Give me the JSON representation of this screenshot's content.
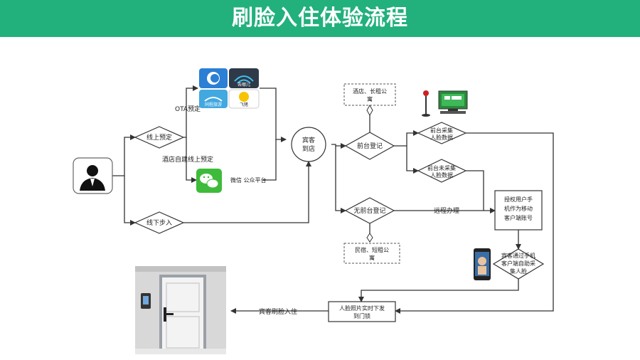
{
  "title": "刷脸入住体验流程",
  "nodes": {
    "online_booking": "线上预定",
    "offline_walkin": "线下步入",
    "guest_arrival": [
      "宾客",
      "到店"
    ],
    "front_desk_reg": "前台登记",
    "no_front_desk_reg": "无前台登记",
    "hotel_apartment": [
      "酒店、长租公",
      "寓"
    ],
    "homestay_apartment": [
      "民宿、短租公",
      "寓"
    ],
    "desk_collect_face": [
      "前台采集",
      "人脸数据"
    ],
    "desk_not_collect_face": [
      "前台未采集",
      "人脸数据"
    ],
    "authorize_phone": [
      "授权用户手",
      "机作为移动",
      "客户端账号"
    ],
    "guest_phone_collect": [
      "宾客通过手机",
      "客户端自助采",
      "集人脸"
    ],
    "face_data_deliver": [
      "人脸照片实时下发",
      "到门锁"
    ]
  },
  "edge_labels": {
    "ota": "OTA预定",
    "self_built": "酒店自建线上预定",
    "remote": "远程办理",
    "checkin": "宾客刷脸入住",
    "wechat_caption": "微信  公众平台"
  },
  "app_icon_labels": {
    "tongcheng": "同程旅游",
    "qunar": "去哪儿",
    "feizhu": "飞猪"
  },
  "colors": {
    "header": "#22b07d",
    "stroke": "#333333",
    "ctrip_blue": "#2b7fd4",
    "wechat_green": "#3ebb3a"
  }
}
